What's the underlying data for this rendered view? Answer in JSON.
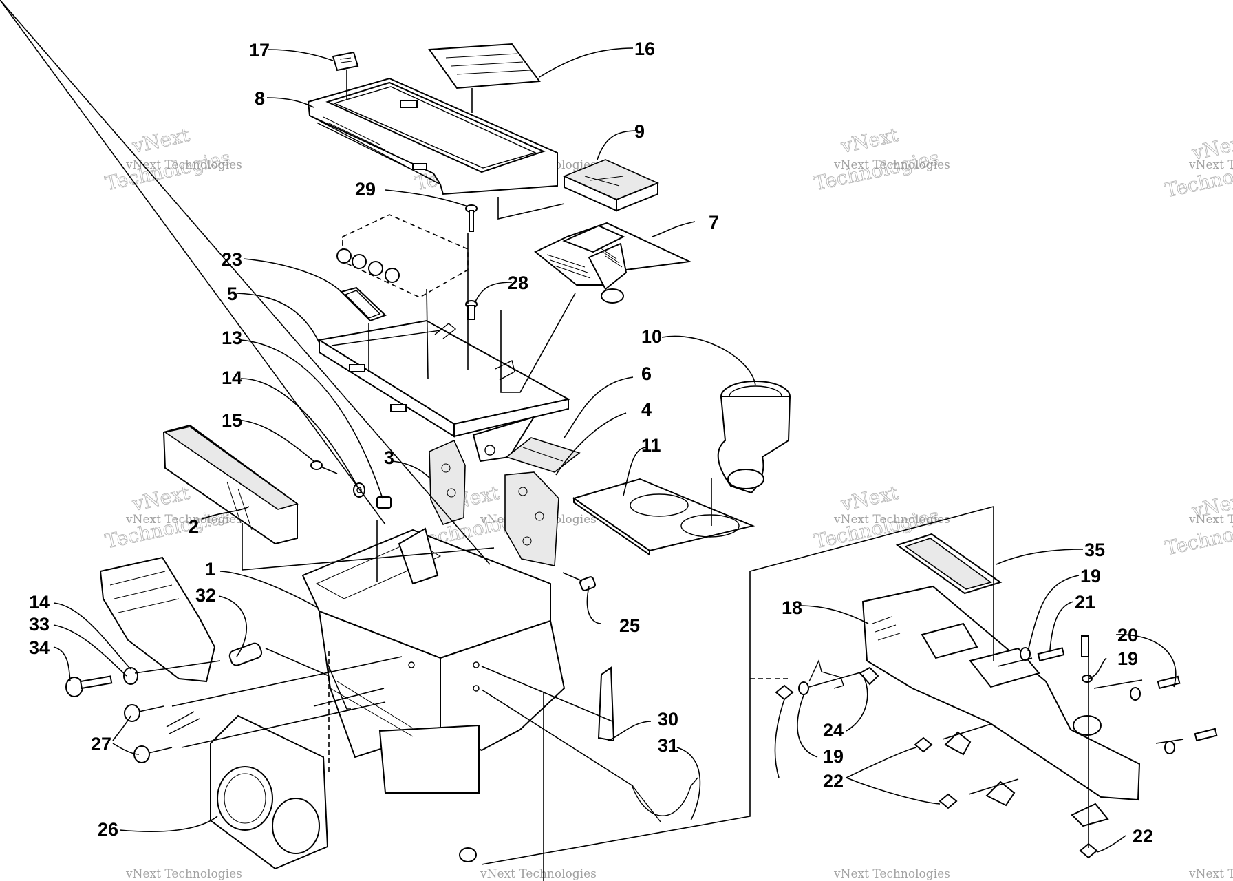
{
  "diagram": {
    "callouts": [
      {
        "id": "c17",
        "label": "17"
      },
      {
        "id": "c16",
        "label": "16"
      },
      {
        "id": "c8",
        "label": "8"
      },
      {
        "id": "c9",
        "label": "9"
      },
      {
        "id": "c29",
        "label": "29"
      },
      {
        "id": "c7",
        "label": "7"
      },
      {
        "id": "c23",
        "label": "23"
      },
      {
        "id": "c28",
        "label": "28"
      },
      {
        "id": "c5",
        "label": "5"
      },
      {
        "id": "c13",
        "label": "13"
      },
      {
        "id": "c10",
        "label": "10"
      },
      {
        "id": "c14a",
        "label": "14"
      },
      {
        "id": "c6",
        "label": "6"
      },
      {
        "id": "c4",
        "label": "4"
      },
      {
        "id": "c15",
        "label": "15"
      },
      {
        "id": "c11",
        "label": "11"
      },
      {
        "id": "c3",
        "label": "3"
      },
      {
        "id": "c2",
        "label": "2"
      },
      {
        "id": "c35",
        "label": "35"
      },
      {
        "id": "c1",
        "label": "1"
      },
      {
        "id": "c19a",
        "label": "19"
      },
      {
        "id": "c32",
        "label": "32"
      },
      {
        "id": "c21",
        "label": "21"
      },
      {
        "id": "c18",
        "label": "18"
      },
      {
        "id": "c14b",
        "label": "14"
      },
      {
        "id": "c25",
        "label": "25"
      },
      {
        "id": "c33",
        "label": "33"
      },
      {
        "id": "c20",
        "label": "20"
      },
      {
        "id": "c19b",
        "label": "19"
      },
      {
        "id": "c34",
        "label": "34"
      },
      {
        "id": "c30",
        "label": "30"
      },
      {
        "id": "c24",
        "label": "24"
      },
      {
        "id": "c27",
        "label": "27"
      },
      {
        "id": "c31",
        "label": "31"
      },
      {
        "id": "c19c",
        "label": "19"
      },
      {
        "id": "c22a",
        "label": "22"
      },
      {
        "id": "c26",
        "label": "26"
      },
      {
        "id": "c22b",
        "label": "22"
      }
    ],
    "watermark": {
      "company": "vNext Technologies",
      "big": "vNext",
      "big2": "Technologies"
    }
  }
}
